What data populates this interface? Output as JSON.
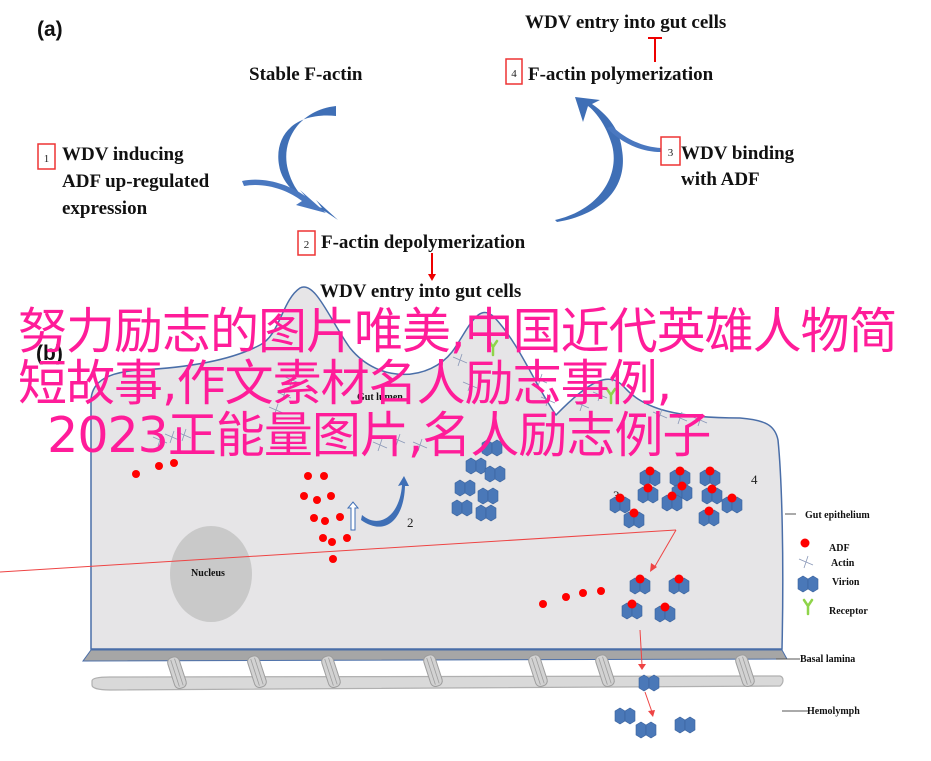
{
  "panel_a": {
    "label": "(a)",
    "stable_factin": "Stable F-actin",
    "step1": {
      "num": "1",
      "lines": [
        "WDV inducing",
        "ADF up-regulated",
        "expression"
      ]
    },
    "step2": {
      "num": "2",
      "text": "F-actin depolymerization"
    },
    "step2_result": "WDV entry into gut cells",
    "step3": {
      "num": "3",
      "lines": [
        "WDV binding",
        "with ADF"
      ]
    },
    "step4": {
      "num": "4",
      "text": "F-actin polymerization"
    },
    "step4_result": "WDV entry into gut cells"
  },
  "panel_b": {
    "label": "(b)",
    "gut_lumen": "Gut lumen",
    "nucleus": "Nucleus",
    "step_numbers": [
      "2",
      "3",
      "4"
    ],
    "labels": {
      "gut_epithelium": "Gut epithelium",
      "basal_lamina": "Basal lamina",
      "hemolymph": "Hemolymph"
    },
    "legend": [
      {
        "icon": "adf-dot-icon",
        "label": "ADF"
      },
      {
        "icon": "actin-cross-icon",
        "label": "Actin"
      },
      {
        "icon": "virion-icon",
        "label": "Virion"
      },
      {
        "icon": "receptor-icon",
        "label": "Receptor"
      }
    ]
  },
  "colors": {
    "arrow_blue": "#3f6fb6",
    "adf_red": "#ff0000",
    "virion_blue": "#4a78b8",
    "receptor_green": "#8fd44a",
    "cell_fill": "#e6e5e7",
    "nucleus_fill": "#c9c9c9",
    "overlay_pink": "#ff1c99"
  },
  "overlay_text": "努力励志的图片唯美,中国近代英雄人物简短故事,作文素材名人励志事例,\n  2023正能量图片,名人励志例子"
}
